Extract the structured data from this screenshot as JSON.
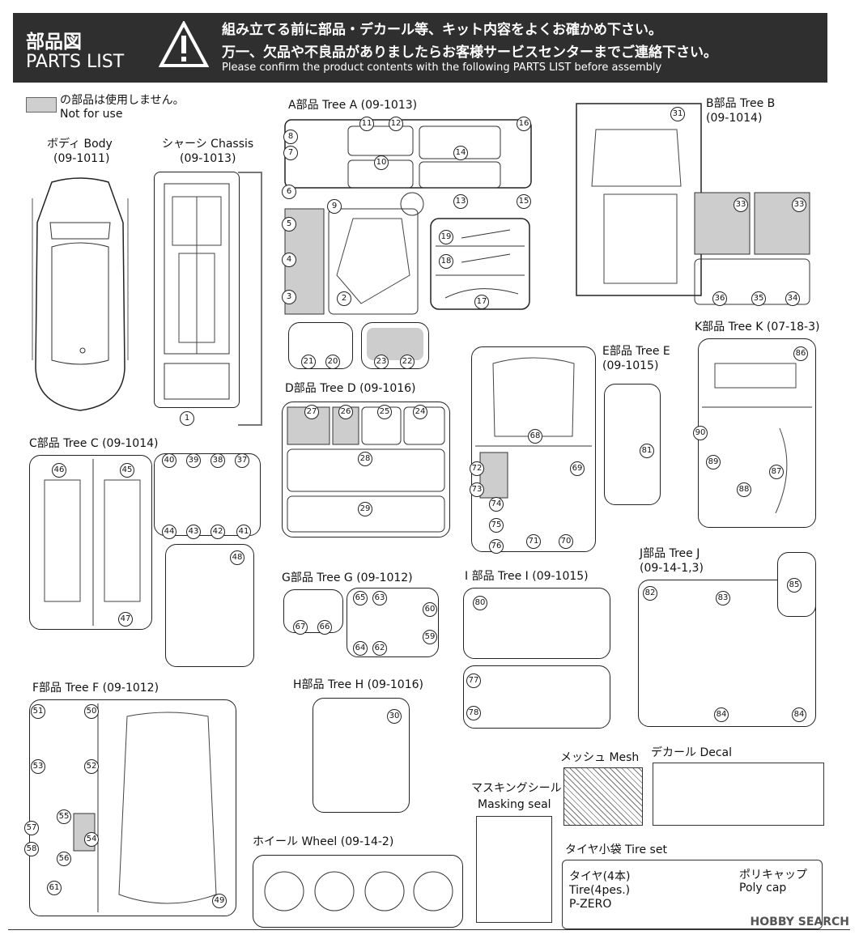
{
  "header": {
    "title_jp": "部品図",
    "title_en": "PARTS LIST",
    "notice_jp_1": "組み立てる前に部品・デカール等、キット内容をよくお確かめ下さい。",
    "notice_jp_2": "万一、欠品や不良品がありましたらお客様サービスセンターまでご連絡下さい。",
    "notice_en": "Please confirm the product contents with the following PARTS LIST before assembly",
    "warning_icon": "warning-triangle-icon"
  },
  "legend": {
    "jp": "の部品は使用しません。",
    "en": "Not for use"
  },
  "sections": {
    "body": {
      "jp": "ボディ Body",
      "code": "(09-1011)"
    },
    "chassis": {
      "jp": "シャーシ Chassis",
      "code": "(09-1013)"
    },
    "treeA": {
      "label": "A部品 Tree A (09-1013)"
    },
    "treeB": {
      "label": "B部品 Tree B",
      "code": "(09-1014)"
    },
    "treeC": {
      "label": "C部品 Tree C (09-1014)"
    },
    "treeD": {
      "label": "D部品 Tree D (09-1016)"
    },
    "treeE": {
      "label": "E部品 Tree E",
      "code": "(09-1015)"
    },
    "treeF": {
      "label": "F部品 Tree F (09-1012)"
    },
    "treeG": {
      "label": "G部品 Tree G (09-1012)"
    },
    "treeH": {
      "label": "H部品 Tree H (09-1016)"
    },
    "treeI": {
      "label": "I 部品 Tree I (09-1015)"
    },
    "treeJ": {
      "label": "J部品 Tree J",
      "code": "(09-14-1,3)"
    },
    "treeK": {
      "label": "K部品 Tree K (07-18-3)"
    },
    "wheel": {
      "label": "ホイール Wheel (09-14-2)"
    },
    "mesh": {
      "label": "メッシュ Mesh"
    },
    "decal": {
      "label": "デカール Decal"
    },
    "masking": {
      "jp": "マスキングシール",
      "en": "Masking seal"
    },
    "tireset": {
      "label": "タイヤ小袋 Tire set",
      "tire_jp": "タイヤ(4本)",
      "tire_en": "Tire(4pes.)",
      "tire_brand": "P-ZERO",
      "cap_jp": "ポリキャップ",
      "cap_en": "Poly cap"
    }
  },
  "part_numbers": {
    "chassis": [
      "1"
    ],
    "treeA": [
      "8",
      "7",
      "11",
      "12",
      "16",
      "14",
      "10",
      "6",
      "9",
      "13",
      "15",
      "5",
      "4",
      "3",
      "2",
      "19",
      "18",
      "17"
    ],
    "wheels_small": [
      "21",
      "20",
      "23",
      "22"
    ],
    "treeB": [
      "31",
      "33",
      "33",
      "36",
      "35",
      "34"
    ],
    "treeC": [
      "46",
      "45",
      "40",
      "39",
      "38",
      "37",
      "44",
      "43",
      "42",
      "41",
      "47",
      "48"
    ],
    "treeD": [
      "27",
      "26",
      "25",
      "24",
      "28",
      "29"
    ],
    "treeE": [
      "81"
    ],
    "treeK": [
      "86",
      "90",
      "89",
      "88",
      "87"
    ],
    "hood": [
      "68",
      "72",
      "73",
      "69",
      "74",
      "75",
      "76",
      "71",
      "70"
    ],
    "treeF": [
      "51",
      "50",
      "53",
      "52",
      "55",
      "57",
      "54",
      "58",
      "56",
      "61",
      "49"
    ],
    "treeG": [
      "67",
      "66",
      "65",
      "63",
      "60",
      "64",
      "62",
      "59"
    ],
    "treeH": [
      "30"
    ],
    "treeI": [
      "80",
      "77",
      "78"
    ],
    "treeJ": [
      "82",
      "83",
      "85",
      "84",
      "84"
    ]
  },
  "footer": {
    "watermark": "HOBBY SEARCH"
  }
}
